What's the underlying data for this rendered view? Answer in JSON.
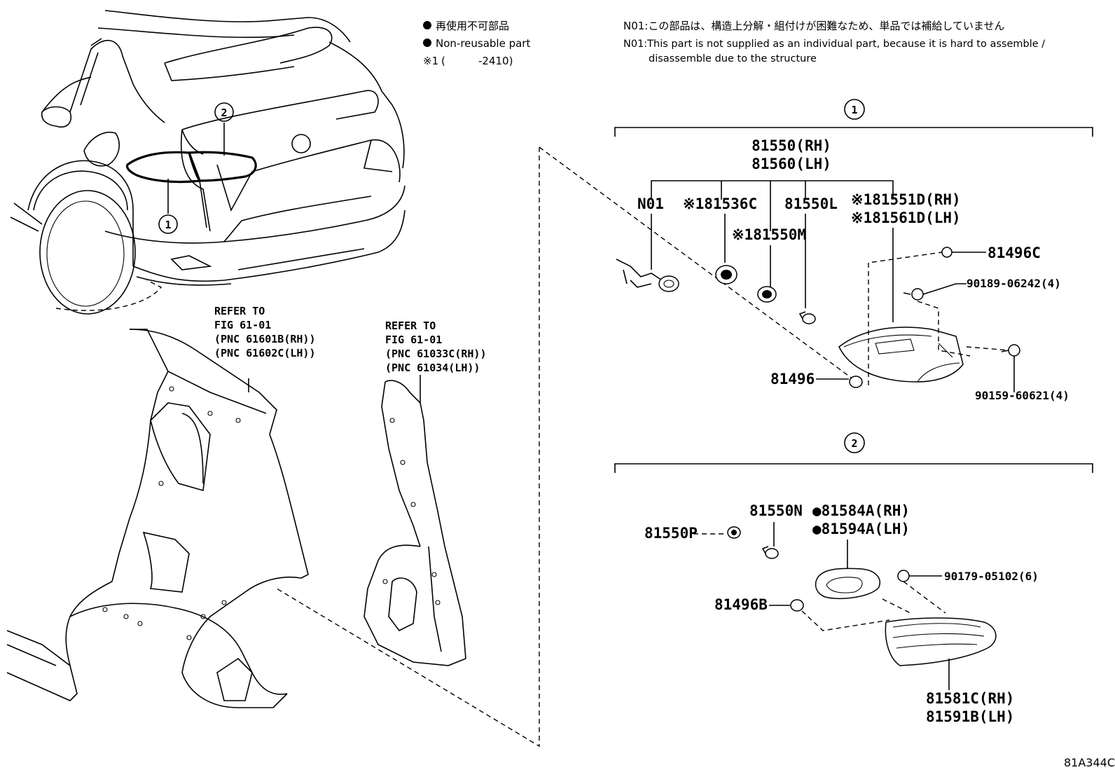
{
  "legend": {
    "bullet": "●",
    "line_jp": "再使用不可部品",
    "line_en": "Non-reusable part",
    "note_mark": "※1",
    "note_open": "(",
    "note_range": "-2410)"
  },
  "note": {
    "jp": "N01:この部品は、構造上分解・組付けが困難なため、単品では補給していません",
    "en1": "N01:This part is not supplied as an individual part, because it is hard to assemble /",
    "en2": "disassemble due to the structure"
  },
  "markers": {
    "one": "1",
    "two": "2"
  },
  "refer_upper": {
    "l1": "REFER TO",
    "l2": "FIG 61-01",
    "l3": "(PNC 61601B(RH))",
    "l4": "(PNC 61602C(LH))"
  },
  "refer_lower": {
    "l1": "REFER TO",
    "l2": "FIG 61-01",
    "l3": "(PNC 61033C(RH))",
    "l4": "(PNC 61034(LH))"
  },
  "group1": {
    "assy_rh": "81550(RH)",
    "assy_lh": "81560(LH)",
    "n01": "N01",
    "p81536c": "※181536C",
    "p81550l": "81550L",
    "p81550m": "※181550M",
    "p81551d": "※181551D(RH)",
    "p81561d": "※181561D(LH)",
    "p81496c": "81496C",
    "p90189": "90189-06242(4)",
    "p90159": "90159-60621(4)",
    "p81496": "81496"
  },
  "group2": {
    "p81550n": "81550N",
    "p81550p": "81550P",
    "p81584a": "●81584A(RH)",
    "p81594a": "●81594A(LH)",
    "p90179": "90179-05102(6)",
    "p81496b": "81496B",
    "p81581c": "81581C(RH)",
    "p81591b": "81591B(LH)"
  },
  "figure_code": "81A344C"
}
